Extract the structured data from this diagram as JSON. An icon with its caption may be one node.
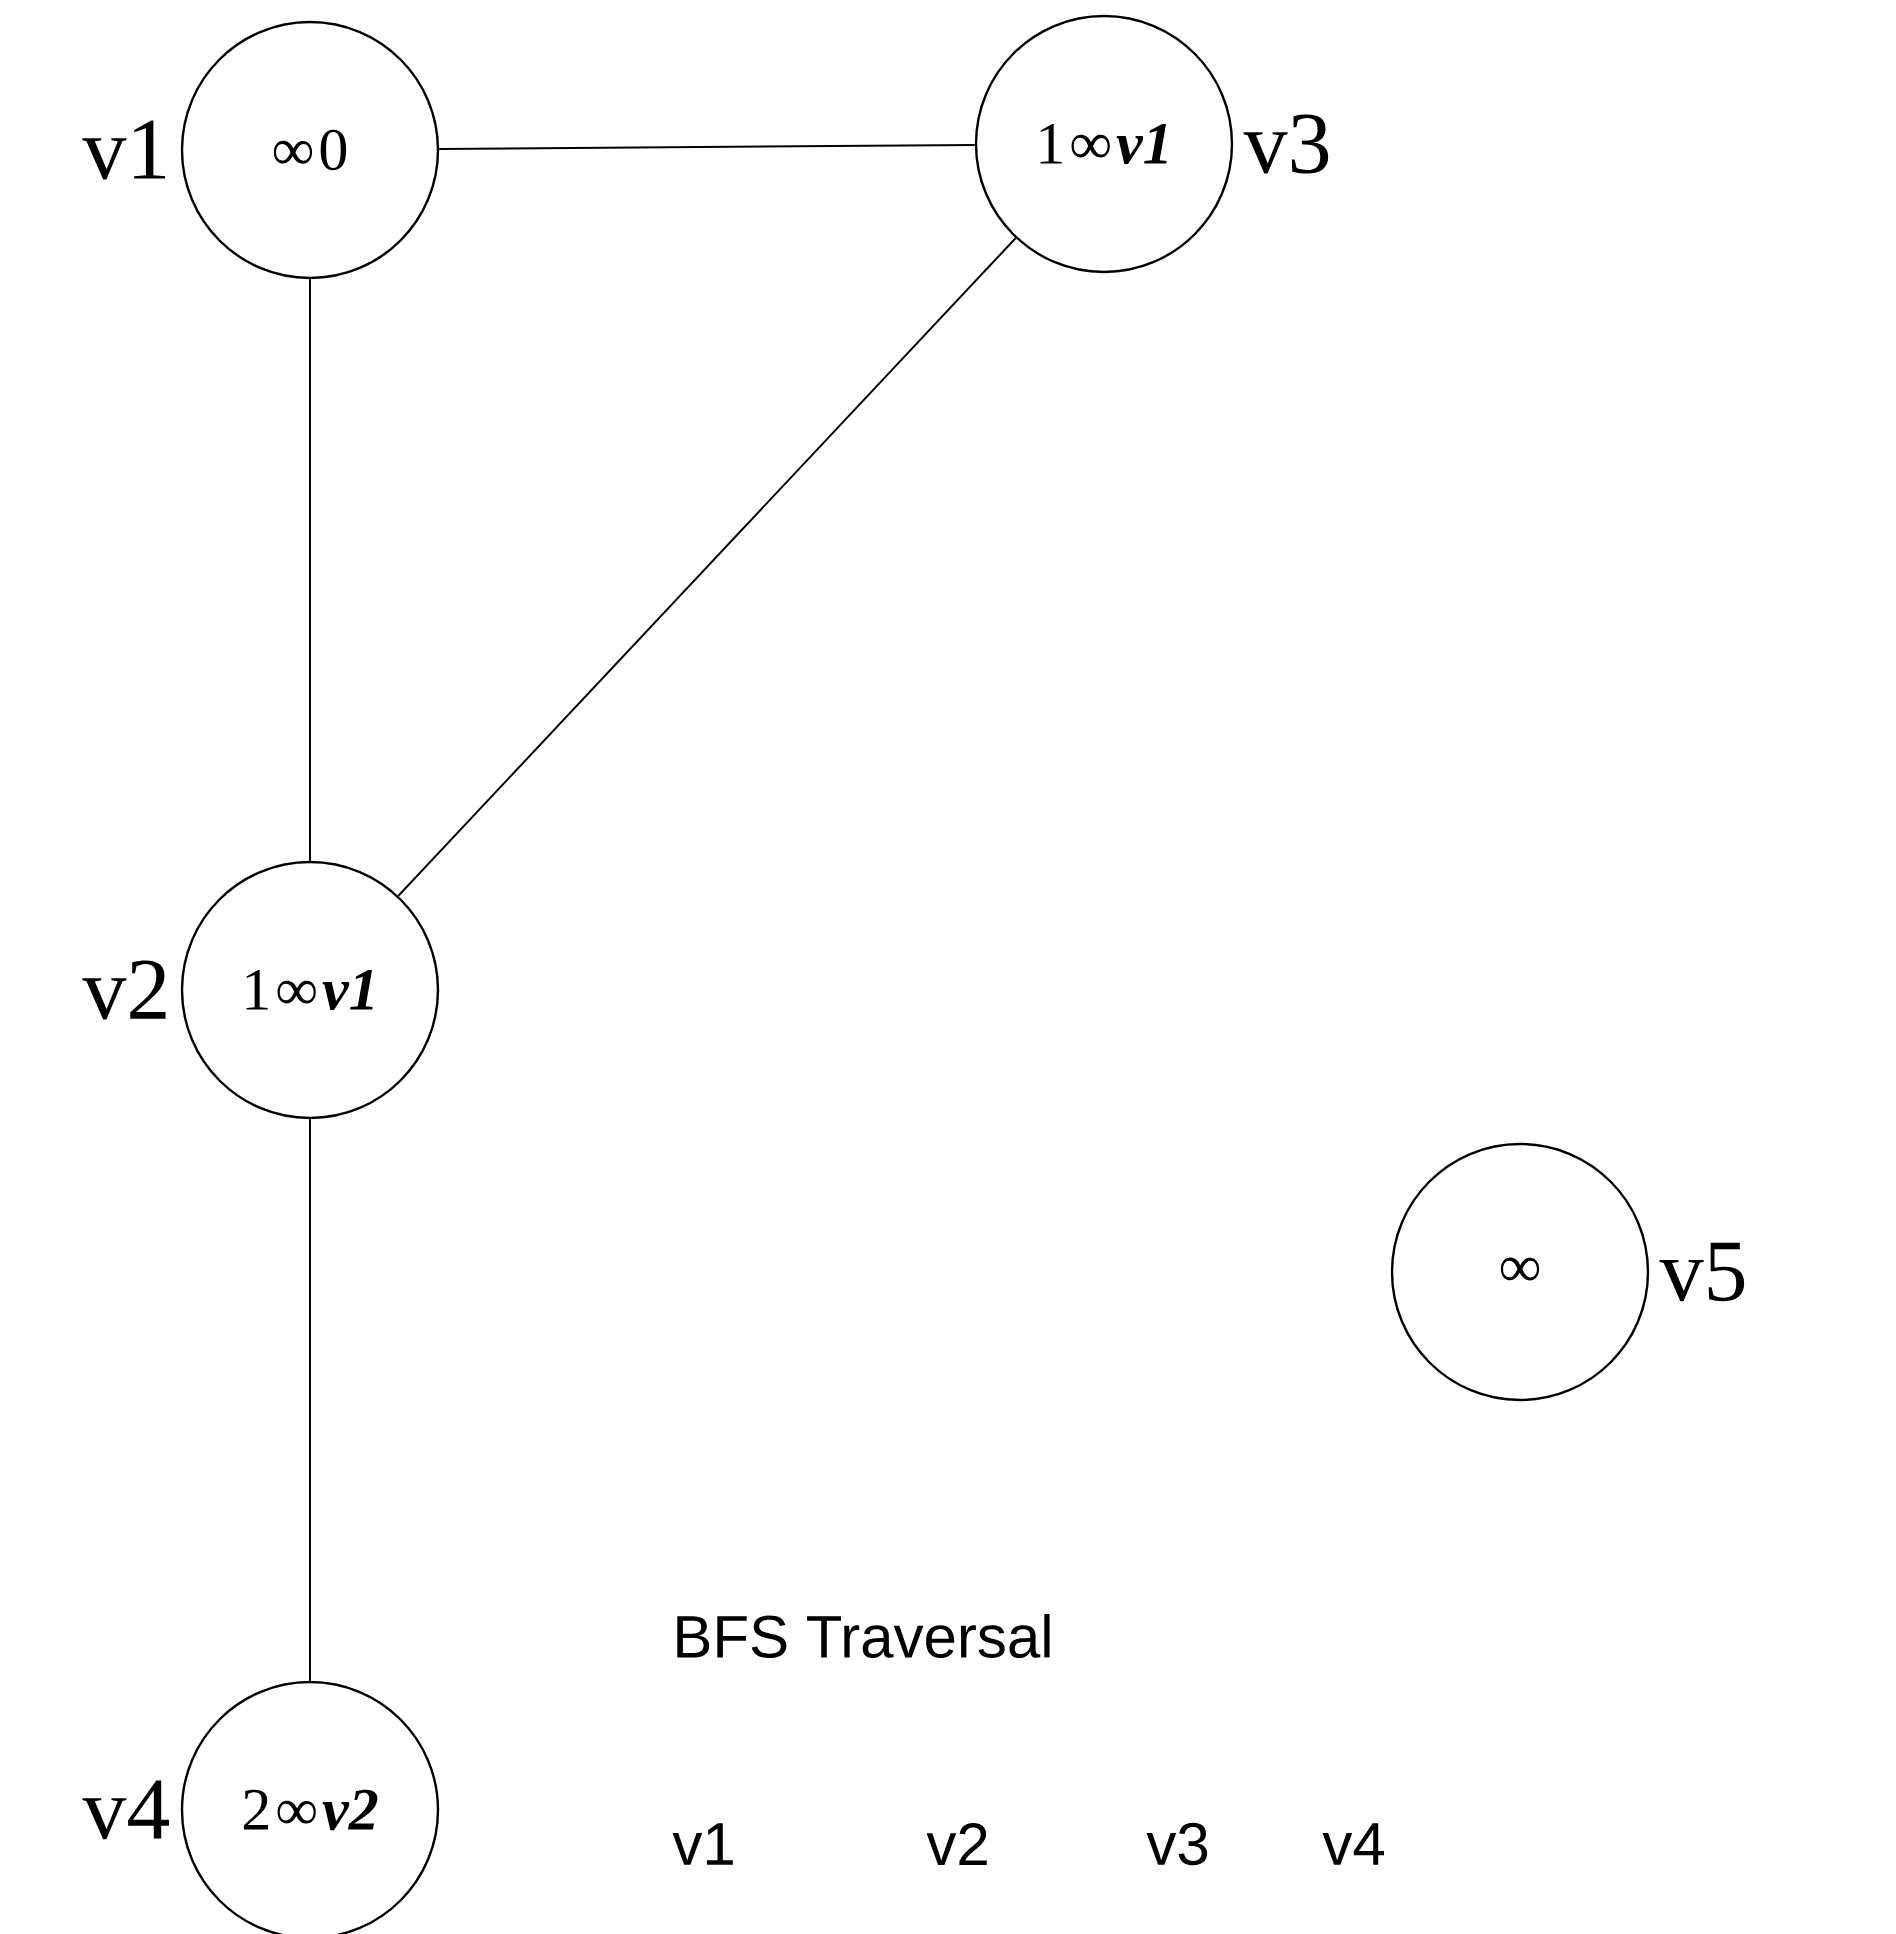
{
  "diagram": {
    "nodes": [
      {
        "text": [
          "∞",
          "0"
        ],
        "beside": [
          "v1"
        ]
      },
      {
        "text": [
          "1",
          "∞",
          "v1"
        ],
        "beside": [
          "v3"
        ]
      },
      {
        "text": [
          "1",
          "∞",
          "v1"
        ],
        "beside": [
          "v2"
        ]
      },
      {
        "text": [
          "∞"
        ],
        "beside": [
          "v5"
        ]
      },
      {
        "text": [
          "2",
          "∞",
          "v2"
        ],
        "beside": [
          "v4"
        ]
      }
    ],
    "edges": [
      {
        "from": 0,
        "to": 1,
        "arrow": "none"
      },
      {
        "from": 0,
        "to": 2,
        "arrow": "none"
      },
      {
        "from": 1,
        "to": 2,
        "arrow": "none"
      },
      {
        "from": 2,
        "to": 4,
        "arrow": "none"
      }
    ],
    "labels": [
      "BFS Traversal",
      "v1",
      "v2",
      "v3",
      "v4"
    ]
  }
}
